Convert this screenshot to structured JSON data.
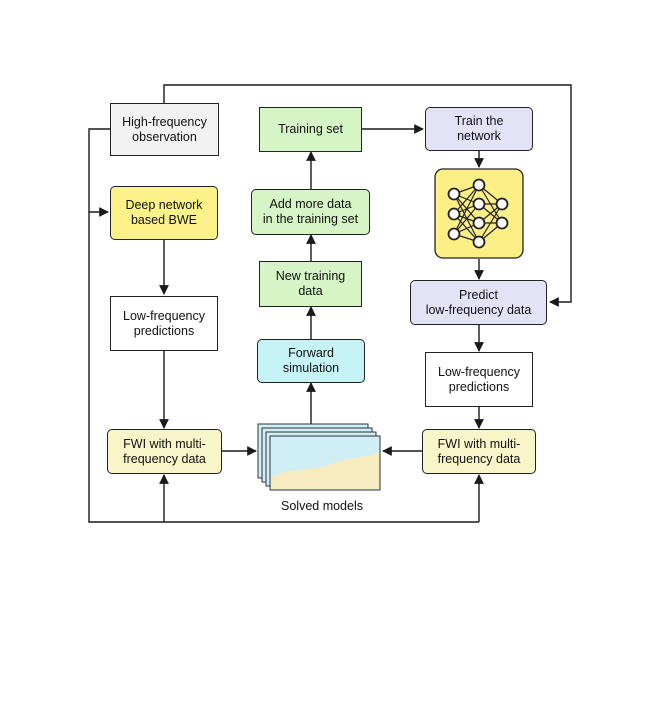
{
  "colors": {
    "gray": "#f2f2f2",
    "yellow": "#fbf38a",
    "green": "#d6f5c6",
    "cyan": "#c6f3f6",
    "lavender": "#e3e3f8",
    "pale_yellow": "#f8f6c9",
    "white": "#ffffff",
    "network_box": "#fbef86",
    "network_node": "#ffffff",
    "line": "#1a1a1a",
    "model_sky": "#cfeef5",
    "model_sand": "#f6ecc0"
  },
  "nodes": {
    "high_freq_observation": "High-frequency\nobservation",
    "deep_network_bwe": "Deep network\nbased BWE",
    "low_freq_predictions_left": "Low-frequency\npredictions",
    "fwi_left": "FWI with multi-\nfrequency data",
    "training_set": "Training set",
    "add_more_data": "Add more data\nin the training set",
    "new_training_data": "New training\ndata",
    "forward_simulation": "Forward\nsimulation",
    "train_network": "Train the\nnetwork",
    "predict_low_freq": "Predict\nlow-frequency data",
    "low_freq_predictions_right": "Low-frequency\npredictions",
    "fwi_right": "FWI with multi-\nfrequency data"
  },
  "solved_models_label": "Solved models",
  "icons": {
    "network": "neural-network-icon",
    "models": "stacked-models-icon"
  }
}
